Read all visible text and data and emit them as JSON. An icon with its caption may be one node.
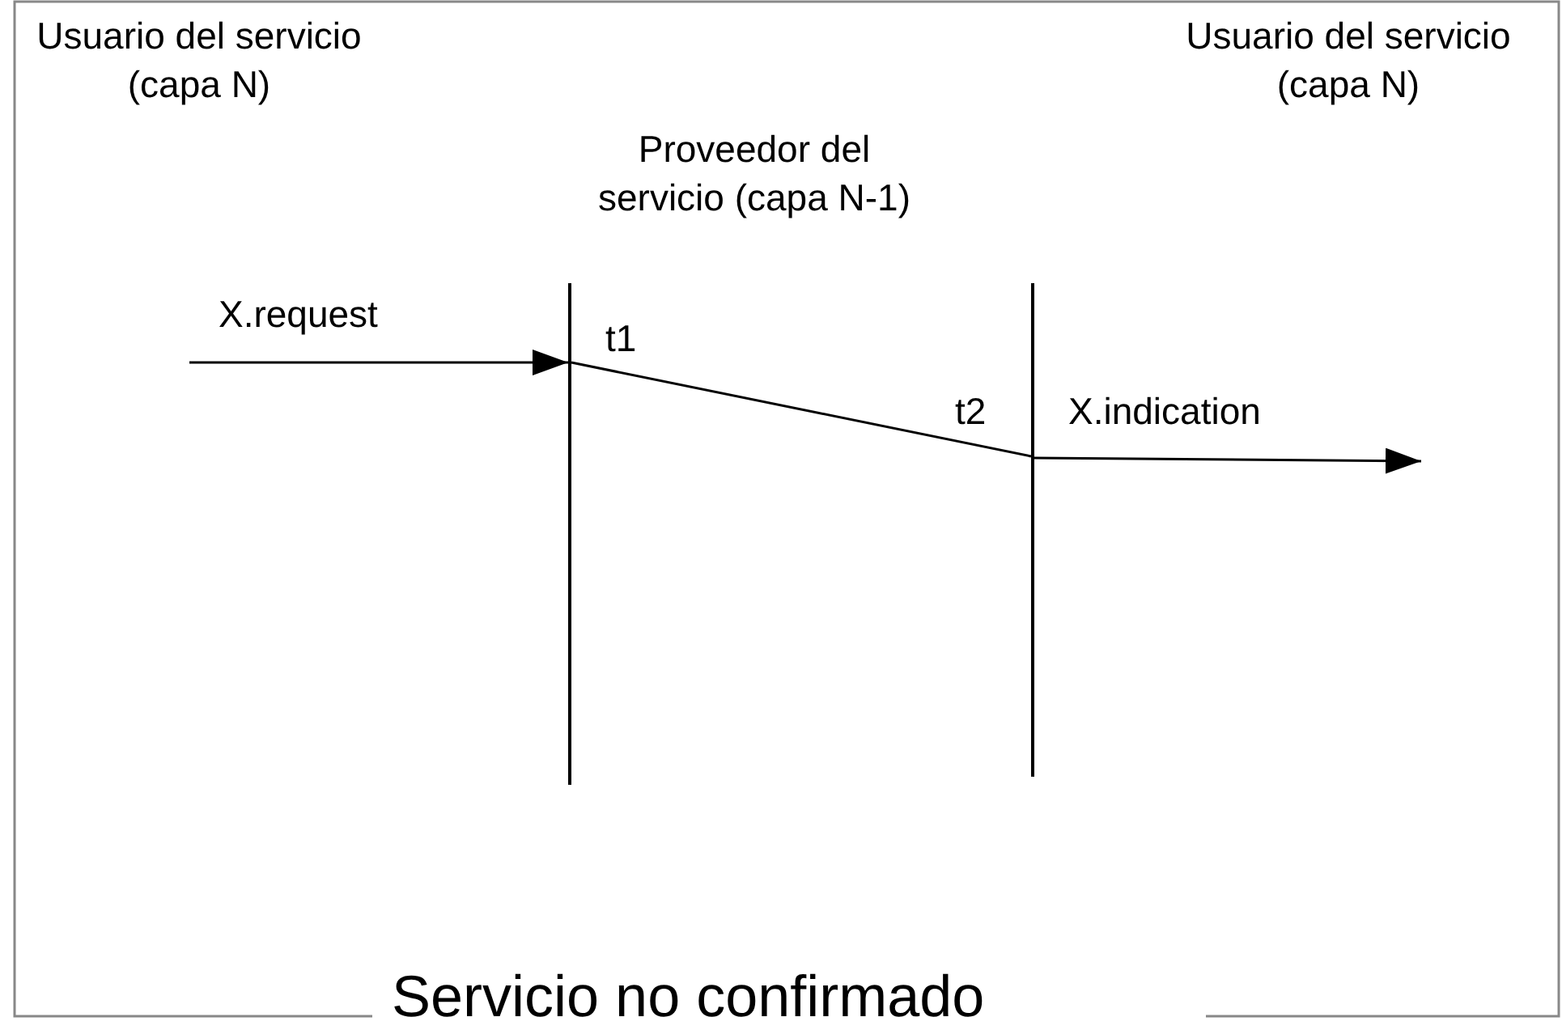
{
  "diagram": {
    "title": "Servicio no confirmado",
    "nodes": [
      {
        "text": [],
        "shape": "bar"
      },
      {
        "text": [],
        "shape": "bar"
      }
    ],
    "edges": [
      {
        "from": null,
        "to": 0,
        "arrow": "to",
        "label": "X.request"
      },
      {
        "from": 0,
        "to": 1,
        "arrow": "none"
      },
      {
        "from": 1,
        "to": null,
        "arrow": "to",
        "label": "X.indication"
      }
    ],
    "labels": [
      "Usuario del servicio (capa N)",
      "Usuario del servicio (capa N)",
      "Proveedor del servicio (capa N-1)",
      "t1",
      "t2"
    ]
  }
}
